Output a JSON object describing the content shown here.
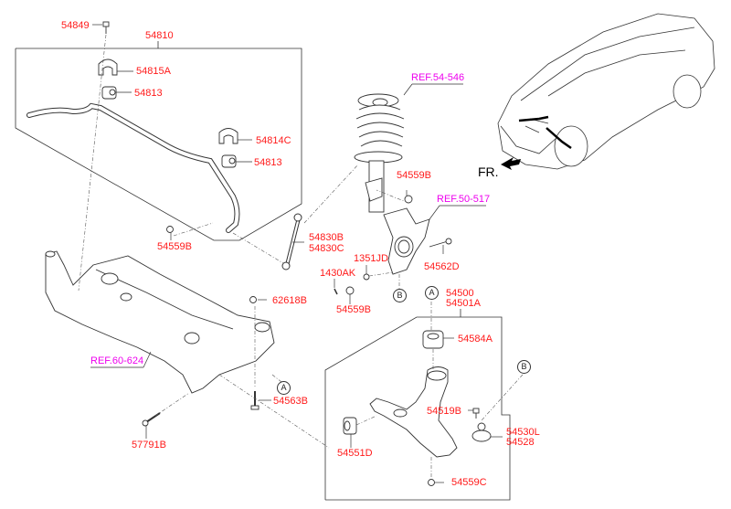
{
  "diagram": {
    "title": "Front Suspension Parts Diagram",
    "label_color": "#ff1a1a",
    "ref_color": "#ee00ee",
    "parts": {
      "p54849": "54849",
      "p54810": "54810",
      "p54815A": "54815A",
      "p54813a": "54813",
      "p54814C": "54814C",
      "p54813b": "54813",
      "p54559Ba": "54559B",
      "p54830B": "54830B",
      "p54830C": "54830C",
      "p54559Bb": "54559B",
      "p1351JD": "1351JD",
      "p1430AK": "1430AK",
      "p54559Bc": "54559B",
      "p54562D": "54562D",
      "p62618B": "62618B",
      "p54563B": "54563B",
      "p57791B": "57791B",
      "p54500": "54500",
      "p54501A": "54501A",
      "p54584A": "54584A",
      "p54519B": "54519B",
      "p54530L": "54530L",
      "p54528": "54528",
      "p54551D": "54551D",
      "p54559C": "54559C"
    },
    "refs": {
      "r54546": "REF.54-546",
      "r50517": "REF.50-517",
      "r60624": "REF.60-624"
    },
    "markers": {
      "a1": "A",
      "a2": "A",
      "b1": "B",
      "b2": "B"
    },
    "direction_label": "FR."
  }
}
